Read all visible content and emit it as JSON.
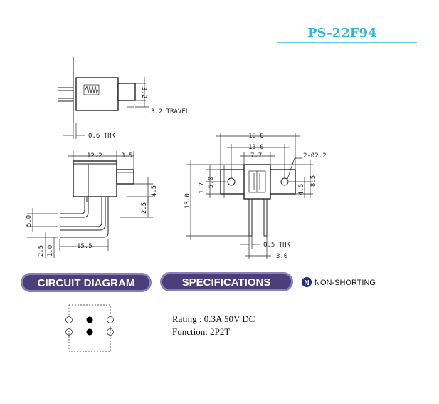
{
  "header": {
    "model": "PS-22F94"
  },
  "colors": {
    "accent": "#2ab5d8",
    "pill_fill": "#4a3f7a",
    "pill_edge": "#8a80b8"
  },
  "top_view": {
    "height": "3.2",
    "travel": "3.2 TRAVEL",
    "thk": "0.6 THK"
  },
  "side_view": {
    "width": "12.2",
    "actuator": "3.5",
    "pin_offset": "4.5",
    "body_bottom": "2.5",
    "pin_pitch": "5.0",
    "lower_a": "2.5",
    "lower_b": "1.0",
    "length": "15.5"
  },
  "front_view": {
    "overall": "18.0",
    "mount_spacing": "13.0",
    "inner": "7.7",
    "holes": "2-Ø2.2",
    "left_a": "1.7",
    "left_b": "5.0",
    "height": "13.0",
    "right_a": "4.5",
    "right_b": "8.5",
    "pin_thk": "0.5 THK",
    "pin_span": "3.0"
  },
  "labels": {
    "circuit": "CIRCUIT DIAGRAM",
    "specifications": "SPECIFICATIONS",
    "non_shorting": "NON-SHORTING",
    "badge_letter": "N"
  },
  "specs": {
    "rating": "Rating : 0.3A 50V DC",
    "function": "Function: 2P2T"
  }
}
